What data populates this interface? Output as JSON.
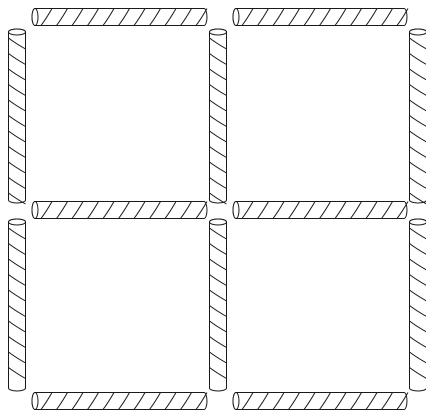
{
  "diagram": {
    "grid": {
      "rows": 2,
      "cols": 2
    },
    "stick_style": {
      "fill_color": "#ffffff",
      "stroke_color": "#1a1a1a",
      "pattern": "diagonal-spiral-stripes"
    },
    "stick_count": {
      "horizontal": 6,
      "vertical": 6
    }
  }
}
